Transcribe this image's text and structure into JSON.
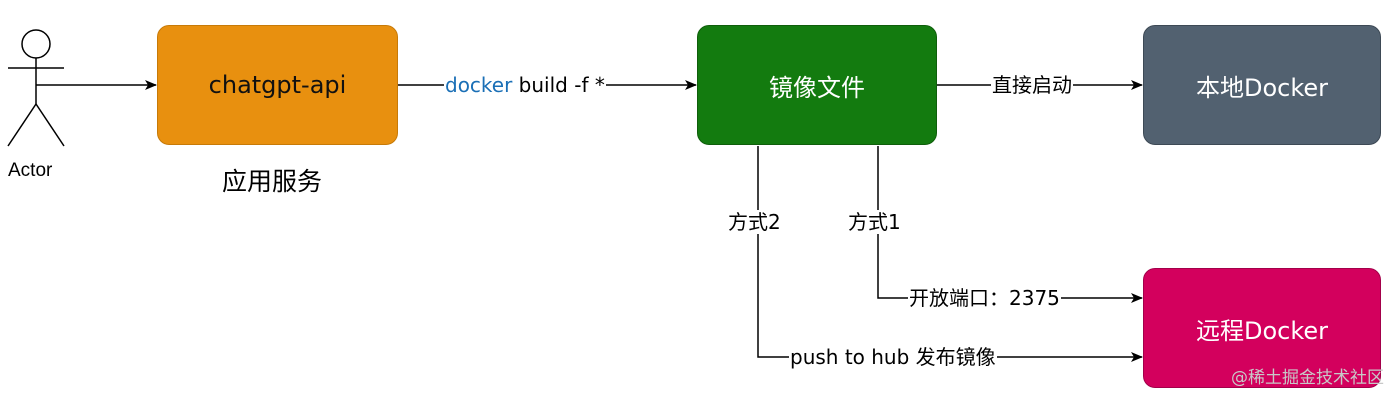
{
  "actor": {
    "label": "Actor"
  },
  "nodes": {
    "chatgpt_api": {
      "label": "chatgpt-api",
      "color": "#e8900f",
      "border": "#c77a08",
      "text_color": "#111111"
    },
    "image_file": {
      "label": "镜像文件",
      "color": "#137b0f",
      "border": "#0f5e0b",
      "text_color": "#ffffff"
    },
    "local_docker": {
      "label": "本地Docker",
      "color": "#526170",
      "border": "#3d4955",
      "text_color": "#ffffff"
    },
    "remote_docker": {
      "label": "远程Docker",
      "color": "#d3005d",
      "border": "#a3004a",
      "text_color": "#ffffff"
    }
  },
  "captions": {
    "app_service": "应用服务"
  },
  "edges": {
    "build": {
      "keyword": "docker",
      "rest": " build -f *",
      "keyword_color": "#1a6fb6"
    },
    "direct_start": "直接启动",
    "method1": "方式1",
    "method2": "方式2",
    "open_port": "开放端口：2375",
    "push_hub": "push to hub 发布镜像"
  },
  "watermark": "@稀土掘金技术社区"
}
